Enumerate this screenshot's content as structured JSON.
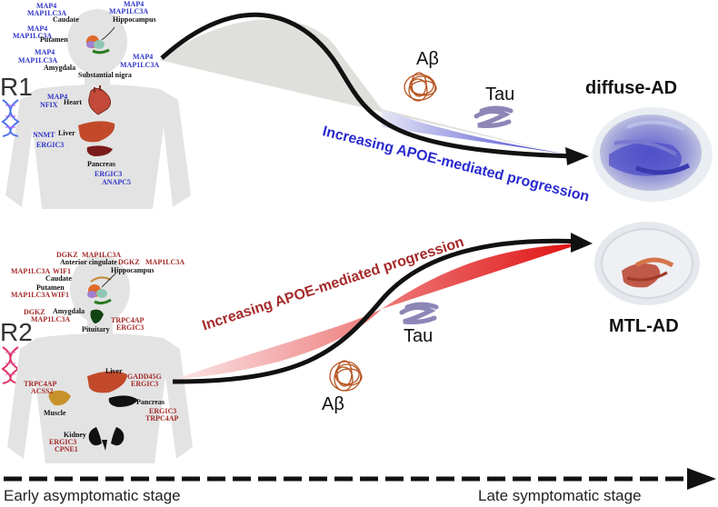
{
  "r1": {
    "label": "R1",
    "subtype": "diffuse-AD",
    "progression": "Increasing APOE-mediated progression",
    "abeta": "Aβ",
    "tau": "Tau",
    "genes": {
      "caudate_map4": "MAP4",
      "caudate_map1": "MAP1LC3A",
      "putamen_map4": "MAP4",
      "putamen_map1": "MAP1LC3A",
      "amygdala_map4": "MAP4",
      "amygdala_map1": "MAP1LC3A",
      "hippo_map4": "MAP4",
      "hippo_map1": "MAP1LC3A",
      "nigra_map4": "MAP4",
      "nigra_map1": "MAP1LC3A",
      "heart_map4": "MAP4",
      "heart_nfix": "NFIX",
      "liver_nnmt": "NNMT",
      "liver_ergic3": "ERGIC3",
      "pancreas_ergic3": "ERGIC3",
      "pancreas_anapc5": "ANAPC5"
    },
    "organs": {
      "caudate": "Caudate",
      "hippocampus": "Hippocampus",
      "putamen": "Putamen",
      "amygdala": "Amygdala",
      "nigra": "Substantial nigra",
      "heart": "Heart",
      "liver": "Liver",
      "pancreas": "Pancreas"
    }
  },
  "r2": {
    "label": "R2",
    "subtype": "MTL-AD",
    "progression": "Increasing APOE-mediated progression",
    "abeta": "Aβ",
    "tau": "Tau",
    "genes": {
      "acc_dgkz": "DGKZ",
      "acc_map1": "MAP1LC3A",
      "hippo_dgkz": "DGKZ",
      "hippo_map1": "MAP1LC3A",
      "caudate_map1": "MAP1LC3A",
      "caudate_wif1": "WIF1",
      "putamen_map1": "MAP1LC3A",
      "putamen_wif1": "WIF1",
      "amygdala_dgkz": "DGKZ",
      "amygdala_map1": "MAP1LC3A",
      "pituitary_trpc4ap": "TRPC4AP",
      "pituitary_ergic3": "ERGIC3",
      "liver_gadd45g": "GADD45G",
      "liver_ergic3": "ERGIC3",
      "muscle_trpc4ap": "TRPC4AP",
      "muscle_acss2": "ACSS2",
      "pancreas_ergic3": "ERGIC3",
      "pancreas_trpc4ap": "TRPC4AP",
      "kidney_ergic3": "ERGIC3",
      "kidney_cpne1": "CPNE1"
    },
    "organs": {
      "acc": "Anterior cingulate",
      "hippocampus": "Hippocampus",
      "caudate": "Caudate",
      "putamen": "Putamen",
      "amygdala": "Amygdala",
      "pituitary": "Pituitary",
      "liver": "Liver",
      "muscle": "Muscle",
      "pancreas": "Pancreas",
      "kidney": "Kidney"
    }
  },
  "timeline": {
    "early": "Early asymptomatic stage",
    "late": "Late symptomatic stage"
  },
  "colors": {
    "r1_accent": "#2a2ad0",
    "r2_accent": "#a52a2a",
    "body": "#e2e2e2"
  }
}
